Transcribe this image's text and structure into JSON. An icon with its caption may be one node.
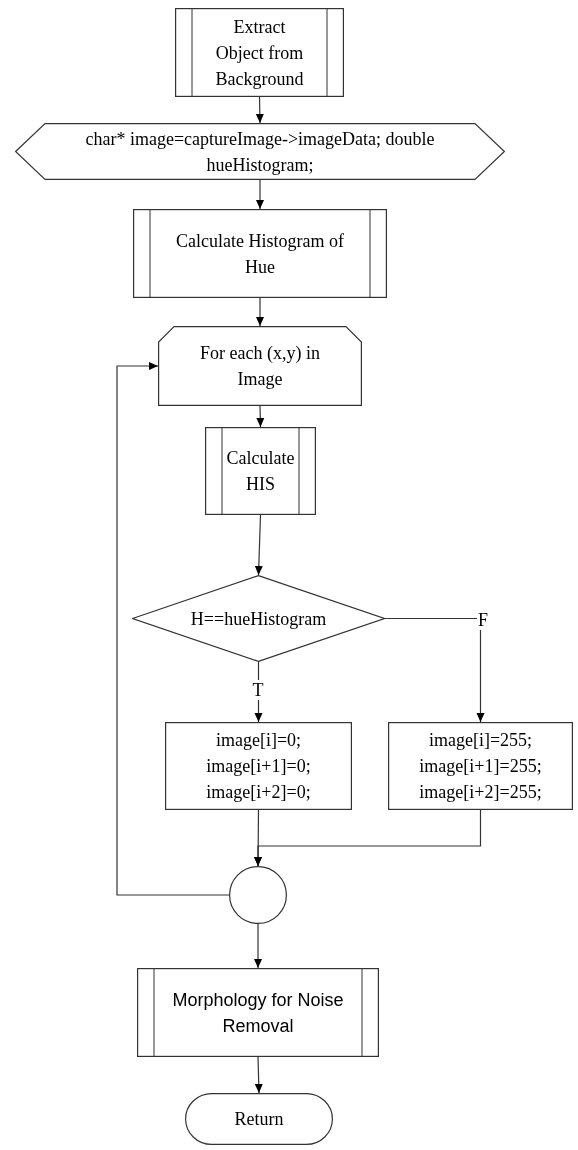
{
  "diagram": {
    "nodes": [
      {
        "text": [
          "Extract Object from Background"
        ]
      },
      {
        "text": [
          "char* image=captureImage->imageData; double hueHistogram;"
        ]
      },
      {
        "text": [
          "Calculate Histogram of Hue"
        ]
      },
      {
        "text": [
          "For each (x,y) in Image"
        ]
      },
      {
        "text": [
          "Calculate HIS"
        ]
      },
      {
        "text": [
          "H==hueHistogram"
        ]
      },
      {
        "text": [
          "image[i]=0; image[i+1]=0; image[i+2]=0;"
        ]
      },
      {
        "text": [
          "image[i]=255; image[i+1]=255; image[i+2]=255;"
        ]
      },
      {
        "text": [],
        "shape": "circle"
      },
      {
        "text": [
          "Morphology for Noise Removal"
        ]
      },
      {
        "text": [
          "Return"
        ]
      }
    ],
    "edges": [
      {
        "from": 0,
        "to": 1,
        "arrow": "to"
      },
      {
        "from": 1,
        "to": 2,
        "arrow": "to"
      },
      {
        "from": 2,
        "to": 3,
        "arrow": "to"
      },
      {
        "from": 3,
        "to": 4,
        "arrow": "to"
      },
      {
        "from": 4,
        "to": 5,
        "arrow": "to"
      },
      {
        "from": 5,
        "to": 6,
        "arrow": "to",
        "label": "T"
      },
      {
        "from": 5,
        "to": 7,
        "arrow": "to",
        "label": "F"
      },
      {
        "from": 6,
        "to": 8,
        "arrow": "to"
      },
      {
        "from": 7,
        "to": 8,
        "arrow": "to"
      },
      {
        "from": 8,
        "to": 3,
        "arrow": "to"
      },
      {
        "from": 8,
        "to": 9,
        "arrow": "to"
      },
      {
        "from": 9,
        "to": 10,
        "arrow": "to"
      }
    ]
  }
}
